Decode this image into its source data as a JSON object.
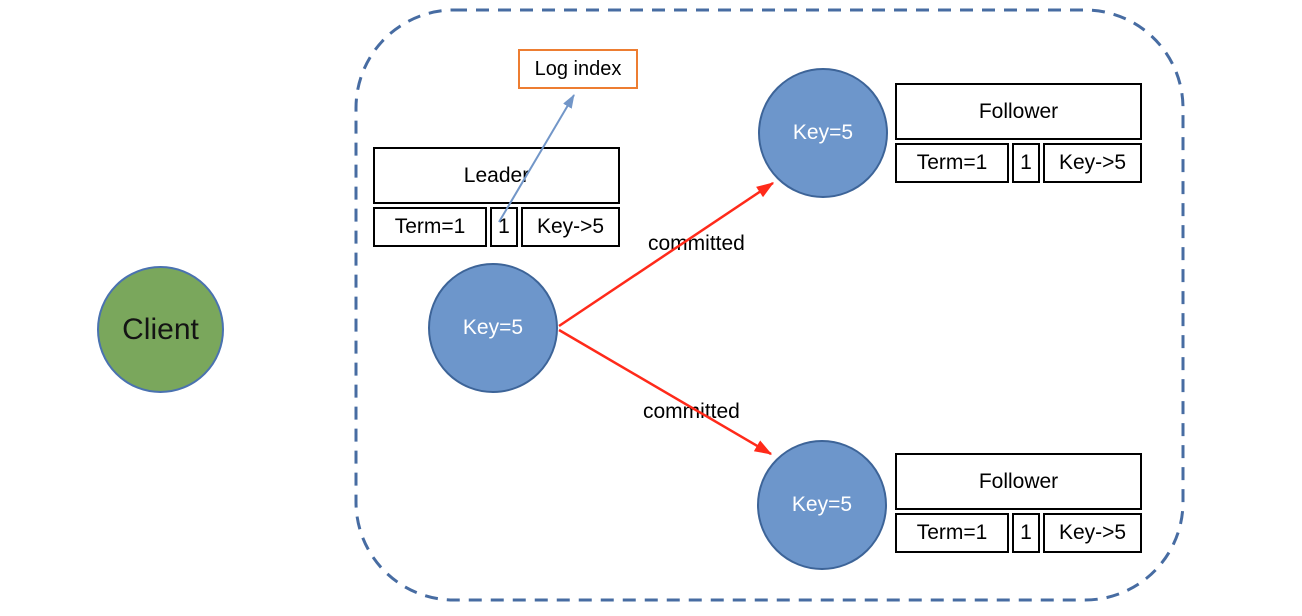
{
  "diagram": {
    "client": {
      "label": "Client"
    },
    "leader": {
      "node_label": "Key=5",
      "table": {
        "title": "Leader",
        "cells": [
          "Term=1",
          "1",
          "Key->5"
        ]
      }
    },
    "followers": [
      {
        "node_label": "Key=5",
        "table": {
          "title": "Follower",
          "cells": [
            "Term=1",
            "1",
            "Key->5"
          ]
        }
      },
      {
        "node_label": "Key=5",
        "table": {
          "title": "Follower",
          "cells": [
            "Term=1",
            "1",
            "Key->5"
          ]
        }
      }
    ],
    "labels": {
      "log_index": "Log index",
      "committed_top": "committed",
      "committed_bottom": "committed"
    }
  },
  "colors": {
    "node_blue_fill": "#6d96cb",
    "node_blue_border": "#3d6498",
    "client_green_fill": "#7aa75c",
    "client_green_border": "#4a72b0",
    "cluster_dashed_border": "#476ca2",
    "log_index_box_border": "#ed7d31",
    "committed_arrow": "#ff2a1a",
    "log_index_arrow": "#7296c8",
    "table_border": "#000000"
  }
}
